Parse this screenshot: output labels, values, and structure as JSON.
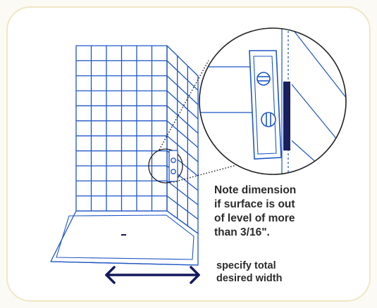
{
  "colors": {
    "outline": "#1e56c4",
    "arrow": "#14185c",
    "shim": "#1a1f5e",
    "text": "#2b2b2b",
    "card_border": "#efe7c6"
  },
  "notes": {
    "level_note": [
      "Note dimension",
      "if surface is out",
      "of level of more",
      "than 3/16\"."
    ],
    "width_note": [
      "specify total",
      "desired width"
    ]
  }
}
